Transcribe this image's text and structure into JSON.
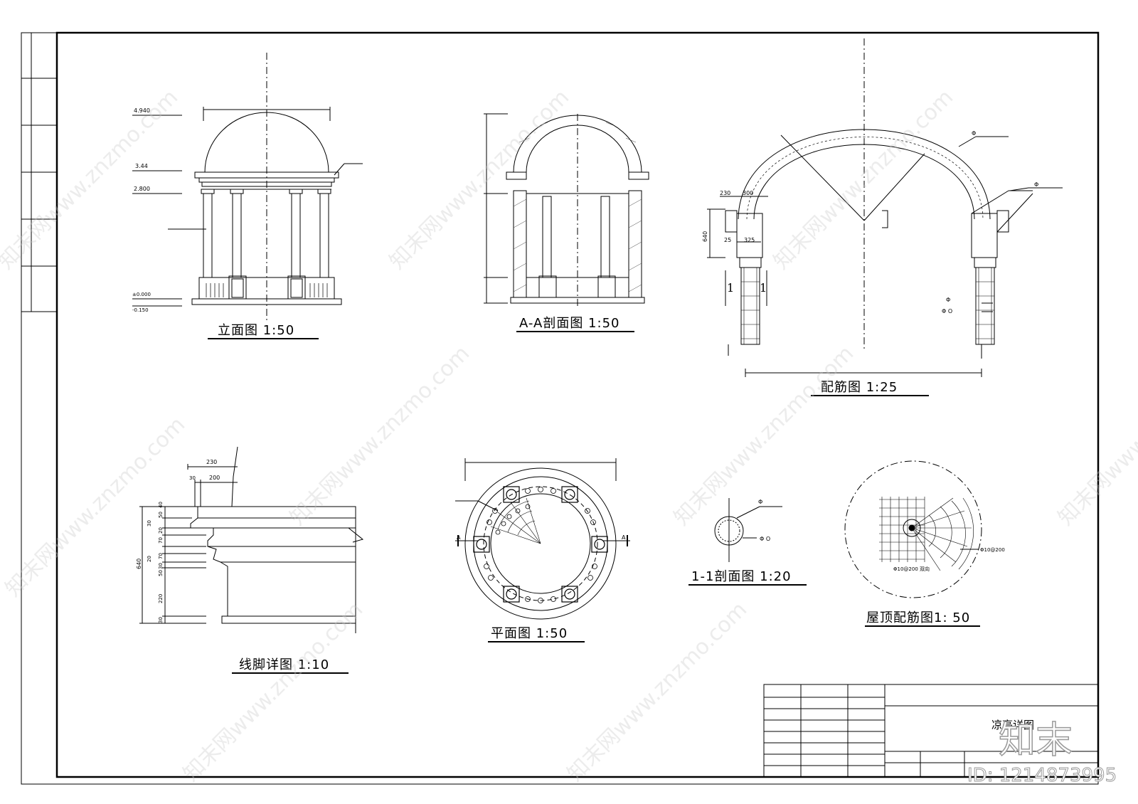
{
  "drawing": {
    "elevation": {
      "title": "立面图  1:50",
      "levels": [
        "4.940",
        "3.44",
        "2.800",
        "±0.000",
        "-0.150"
      ]
    },
    "section_aa": {
      "title": "A-A剖面图  1:50"
    },
    "reinforcement": {
      "title": "配筋图  1:25",
      "dims": [
        "230",
        "300",
        "640",
        "25",
        "325"
      ],
      "section_mark": "1",
      "phi": "Φ",
      "phi_o": "Φ O"
    },
    "molding_detail": {
      "title": "线脚详图  1:10",
      "dims_top": [
        "230",
        "30",
        "200"
      ],
      "dims_left": [
        "640",
        "30",
        "50",
        "40",
        "20",
        "70",
        "20",
        "70",
        "30",
        "50",
        "220",
        "30"
      ]
    },
    "plan": {
      "title": "平面图  1:50",
      "section_mark": "A"
    },
    "section_11": {
      "title": "1-1剖面图  1:20",
      "phi": "Φ",
      "phi_o": "Φ O"
    },
    "roof_reinforcement": {
      "title": "屋顶配筋图1: 50",
      "note_right": "Φ10@200",
      "note_bottom": "Φ10@200 双向"
    }
  },
  "title_block": {
    "drawing_name": "凉亭详图"
  },
  "watermark": {
    "text": "知末网www.znzmo.com",
    "logo": "知末",
    "id": "ID: 1214873995"
  }
}
